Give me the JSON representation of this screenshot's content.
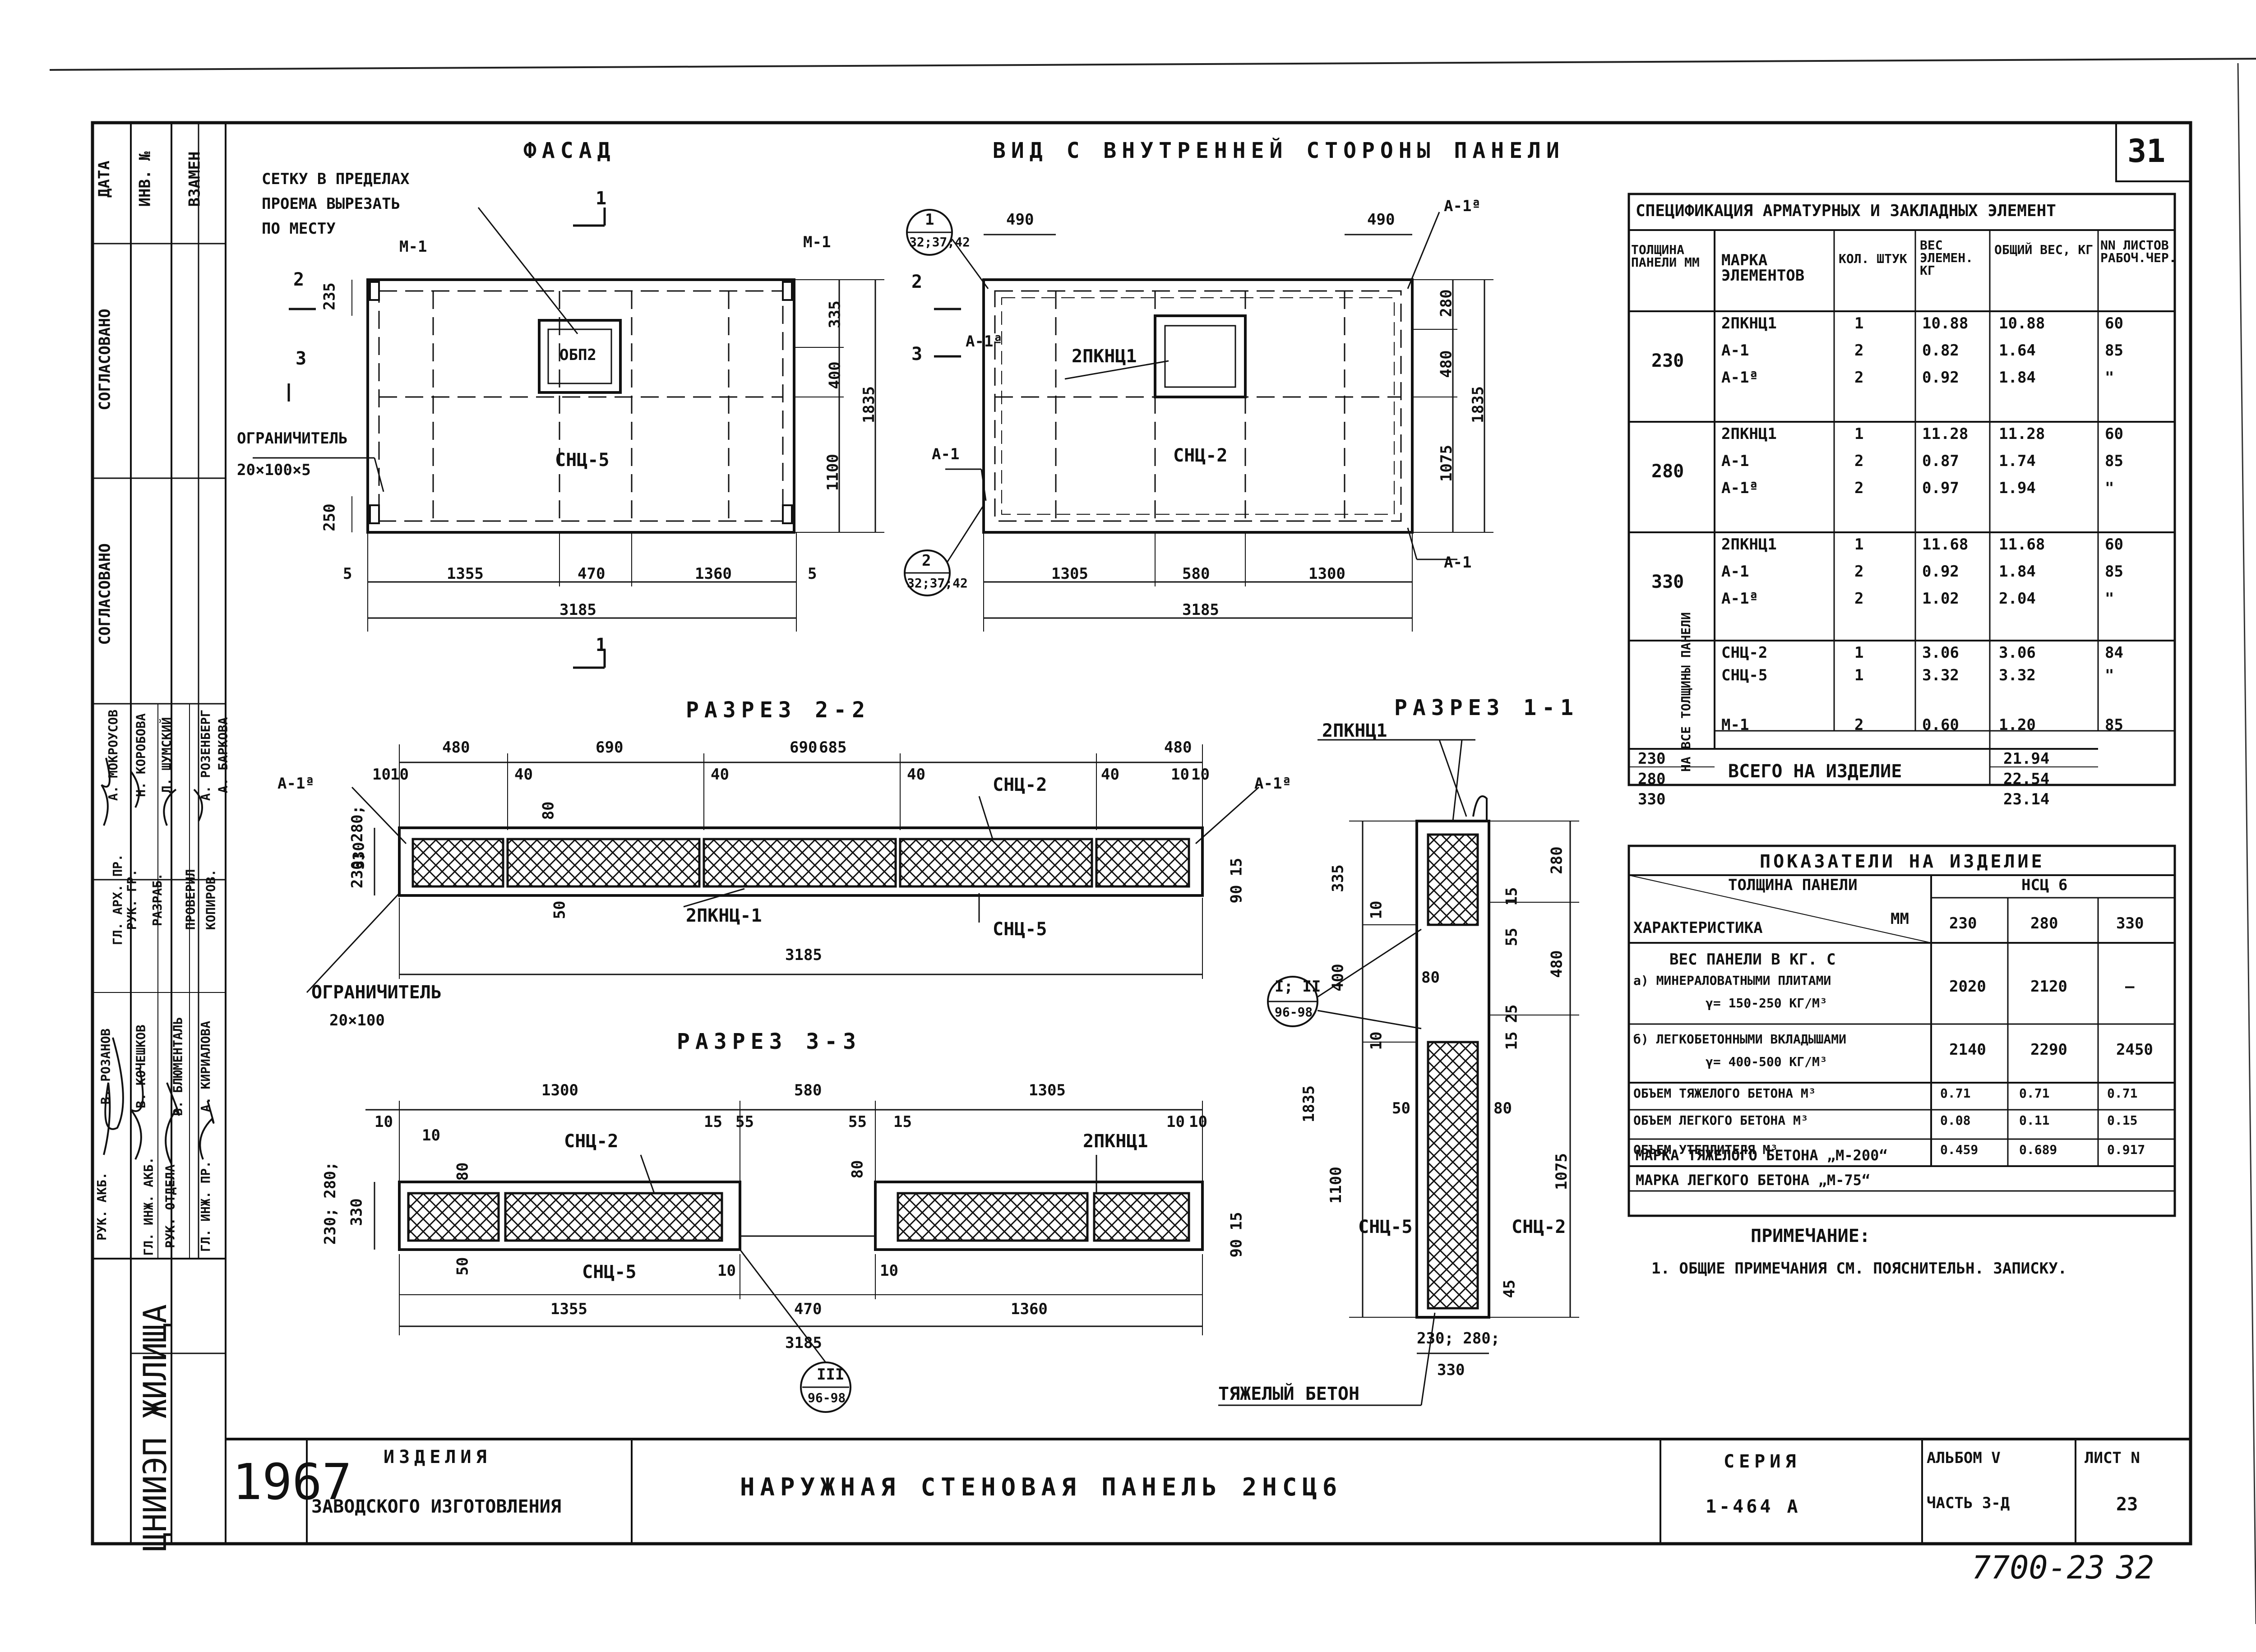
{
  "sheet": {
    "sheet_number_top": "31",
    "bottom_stamp": "7700-23",
    "bottom_page": "32"
  },
  "views": {
    "facade_title": "ФАСАД",
    "inner_title": "ВИД С ВНУТРЕННЕЙ СТОРОНЫ ПАНЕЛИ",
    "section22_title": "РАЗРЕЗ 2-2",
    "section11_title": "РАЗРЕЗ 1-1",
    "section33_title": "РАЗРЕЗ 3-3"
  },
  "facade": {
    "note_line1": "СЕТКУ В ПРЕДЕЛАХ",
    "note_line2": "ПРОЕМА ВЫРЕЗАТЬ",
    "note_line3": "ПО МЕСТУ",
    "limiter_label": "ОГРАНИЧИТЕЛЬ",
    "limiter_size": "20×100×5",
    "m1_left": "М-1",
    "m1_right": "М-1",
    "obp2": "ОБП2",
    "snc": "СНЦ-5",
    "dims": {
      "d235": "235",
      "d250": "250",
      "d335": "335",
      "d400": "400",
      "d1100": "1100",
      "d1835": "1835",
      "d5a": "5",
      "d1355": "1355",
      "d470": "470",
      "d1360": "1360",
      "d5b": "5",
      "d3185": "3185"
    },
    "cut1": "1",
    "cut2": "2",
    "cut3": "3"
  },
  "inner": {
    "d490a": "490",
    "d490b": "490",
    "a1a_top": "А-1ª",
    "a1a_left": "А-1ª",
    "a1_left": "А-1",
    "a1_right": "А-1",
    "pkn": "2ПКНЦ1",
    "snc": "СНЦ-2",
    "callout1_num": "1",
    "callout1_ref": "32;37;42",
    "callout2_num": "2",
    "callout2_ref": "32;37;42",
    "dims": {
      "d280": "280",
      "d480": "480",
      "d1075": "1075",
      "d1835": "1835",
      "d1305": "1305",
      "d580": "580",
      "d1300": "1300",
      "d3185": "3185"
    },
    "cut2": "2",
    "cut3": "3"
  },
  "section22": {
    "a1a_l": "А-1ª",
    "a1a_r": "А-1ª",
    "thk": "230; 280;",
    "thk2": "330",
    "dims": [
      "480",
      "690",
      "690",
      "685",
      "480"
    ],
    "small": [
      "10",
      "10",
      "40",
      "40",
      "40",
      "40",
      "10",
      "10",
      "80",
      "50",
      "15",
      "90"
    ],
    "snc2": "СНЦ-2",
    "pkn": "2ПКНЦ-1",
    "snc5": "СНЦ-5",
    "total": "3185",
    "limiter": "ОГРАНИЧИТЕЛЬ",
    "limiter_size": "20×100"
  },
  "section33": {
    "dims_top": [
      "1300",
      "580",
      "1305"
    ],
    "small": [
      "10",
      "10",
      "15",
      "55",
      "55",
      "15",
      "10",
      "10",
      "80",
      "80",
      "15",
      "90",
      "50",
      "10",
      "10"
    ],
    "snc2": "СНЦ-2",
    "pkn": "2ПКНЦ1",
    "snc5": "СНЦ-5",
    "dims_bottom": [
      "1355",
      "470",
      "1360"
    ],
    "total": "3185",
    "thk": "230; 280;",
    "thk2": "330",
    "callout_num": "III",
    "callout_ref": "96-98"
  },
  "section11": {
    "pkn": "2ПКНЦ1",
    "dims_left": [
      "335",
      "400",
      "1835",
      "1100"
    ],
    "dims_right": [
      "280",
      "15",
      "55",
      "480",
      "25",
      "15",
      "80",
      "1075",
      "45"
    ],
    "small": [
      "10",
      "80",
      "10",
      "50"
    ],
    "callout_num": "I; II",
    "callout_ref": "96-98",
    "snc5": "СНЦ-5",
    "snc2": "СНЦ-2",
    "thk": "230; 280;",
    "thk2": "330",
    "heavy": "ТЯЖЕЛЫЙ БЕТОН"
  },
  "spec": {
    "title": "СПЕЦИФИКАЦИЯ АРМАТУРНЫХ И ЗАКЛАДНЫХ ЭЛЕМЕНТ",
    "headers": [
      "ТОЛЩИНА ПАНЕЛИ ММ",
      "МАРКА ЭЛЕМЕНТОВ",
      "КОЛ. ШТУК",
      "ВЕС ЭЛЕМЕН. КГ",
      "ОБЩИЙ ВЕС, КГ",
      "NN ЛИСТОВ РАБОЧ.ЧЕР."
    ],
    "groups": [
      {
        "thk": "230",
        "rows": [
          [
            "2ПКНЦ1",
            "1",
            "10.88",
            "10.88",
            "60"
          ],
          [
            "А-1",
            "2",
            "0.82",
            "1.64",
            "85"
          ],
          [
            "А-1ª",
            "2",
            "0.92",
            "1.84",
            "\""
          ]
        ]
      },
      {
        "thk": "280",
        "rows": [
          [
            "2ПКНЦ1",
            "1",
            "11.28",
            "11.28",
            "60"
          ],
          [
            "А-1",
            "2",
            "0.87",
            "1.74",
            "85"
          ],
          [
            "А-1ª",
            "2",
            "0.97",
            "1.94",
            "\""
          ]
        ]
      },
      {
        "thk": "330",
        "rows": [
          [
            "2ПКНЦ1",
            "1",
            "11.68",
            "11.68",
            "60"
          ],
          [
            "А-1",
            "2",
            "0.92",
            "1.84",
            "85"
          ],
          [
            "А-1ª",
            "2",
            "1.02",
            "2.04",
            "\""
          ]
        ]
      }
    ],
    "all_label": "НА ВСЕ ТОЛЩИНЫ ПАНЕЛИ",
    "all_rows": [
      [
        "СНЦ-2",
        "1",
        "3.06",
        "3.06",
        "84"
      ],
      [
        "СНЦ-5",
        "1",
        "3.32",
        "3.32",
        "\""
      ],
      [
        "М-1",
        "2",
        "0.60",
        "1.20",
        "85"
      ]
    ],
    "total_label": "ВСЕГО НА ИЗДЕЛИЕ",
    "totals": [
      [
        "230",
        "21.94"
      ],
      [
        "280",
        "22.54"
      ],
      [
        "330",
        "23.14"
      ]
    ]
  },
  "indicators": {
    "title": "ПОКАЗАТЕЛИ НА ИЗДЕЛИЕ",
    "col_thk": "ТОЛЩИНА ПАНЕЛИ",
    "col_char": "ХАРАКТЕРИСТИКА",
    "col_mm": "ММ",
    "panel": "НСЦ 6",
    "sizes": [
      "230",
      "280",
      "330"
    ],
    "weight_title": "ВЕС ПАНЕЛИ В КГ. С",
    "weight_a": "а) МИНЕРАЛОВАТНЫМИ ПЛИТАМИ",
    "weight_a_dens": "γ= 150-250 КГ/М³",
    "weight_b": "б) ЛЕГКОБЕТОННЫМИ ВКЛАДЫШАМИ",
    "weight_b_dens": "γ= 400-500 КГ/М³",
    "weight_a_vals": [
      "2020",
      "2120",
      "—"
    ],
    "weight_b_vals": [
      "2140",
      "2290",
      "2450"
    ],
    "rows": [
      {
        "label": "ОБЪЕМ ТЯЖЕЛОГО БЕТОНА М³",
        "vals": [
          "0.71",
          "0.71",
          "0.71"
        ]
      },
      {
        "label": "ОБЪЕМ ЛЕГКОГО БЕТОНА М³",
        "vals": [
          "0.08",
          "0.11",
          "0.15"
        ]
      },
      {
        "label": "ОБЪЕМ УТЕПЛИТЕЛЯ М³",
        "vals": [
          "0.459",
          "0.689",
          "0.917"
        ]
      }
    ],
    "heavy_grade": "МАРКА ТЯЖЕЛОГО БЕТОНА „М-200“",
    "light_grade": "МАРКА ЛЕГКОГО БЕТОНА „М-75“"
  },
  "notes": {
    "title": "ПРИМЕЧАНИЕ:",
    "text": "1. ОБЩИЕ ПРИМЕЧАНИЯ СМ. ПОЯСНИТЕЛЬН. ЗАПИСКУ."
  },
  "left_strip": {
    "data": "ДАТА",
    "inv": "ИНВ. №",
    "vzamen": "ВЗАМЕН",
    "agreed1": "СОГЛАСОВАНО",
    "agreed2": "СОГЛАСОВАНО",
    "roles": [
      "РУК. АКБ.",
      "ГЛ. ИНЖ. АКБ.",
      "РУК. ОТДЕЛА",
      "ГЛ. ИНЖ. ПР."
    ],
    "names": [
      "В. РОЗАНОВ",
      "В. КОЧЕШКОВ",
      "В. БЛЮМЕНТАЛЬ",
      "А. КИРИАЛОВА"
    ],
    "roles2": [
      "ГЛ. АРХ. ПР.",
      "РУК. ГР.",
      "РАЗРАБ.",
      "ПРОВЕРИЛ"
    ],
    "names2": [
      "А. МОКРОУСОВ",
      "Н. КОРОБОВА",
      "Л. ШУМСКИЙ",
      "А. РОЗЕНБЕРГ"
    ],
    "names3": [
      "КОПИРОВ.",
      "А. БАРКОВА"
    ],
    "org": "ЦНИИЭП ЖИЛИЩА"
  },
  "title_block": {
    "year": "1967",
    "product_line1": "ИЗДЕЛИЯ",
    "product_line2": "ЗАВОДСКОГО ИЗГОТОВЛЕНИЯ",
    "name": "НАРУЖНАЯ СТЕНОВАЯ ПАНЕЛЬ 2НСЦ6",
    "series_label": "СЕРИЯ",
    "series": "1-464 А",
    "album": "АЛЬБОМ V",
    "part": "ЧАСТЬ 3-Д",
    "sheet_label": "ЛИСТ N",
    "sheet": "23"
  }
}
